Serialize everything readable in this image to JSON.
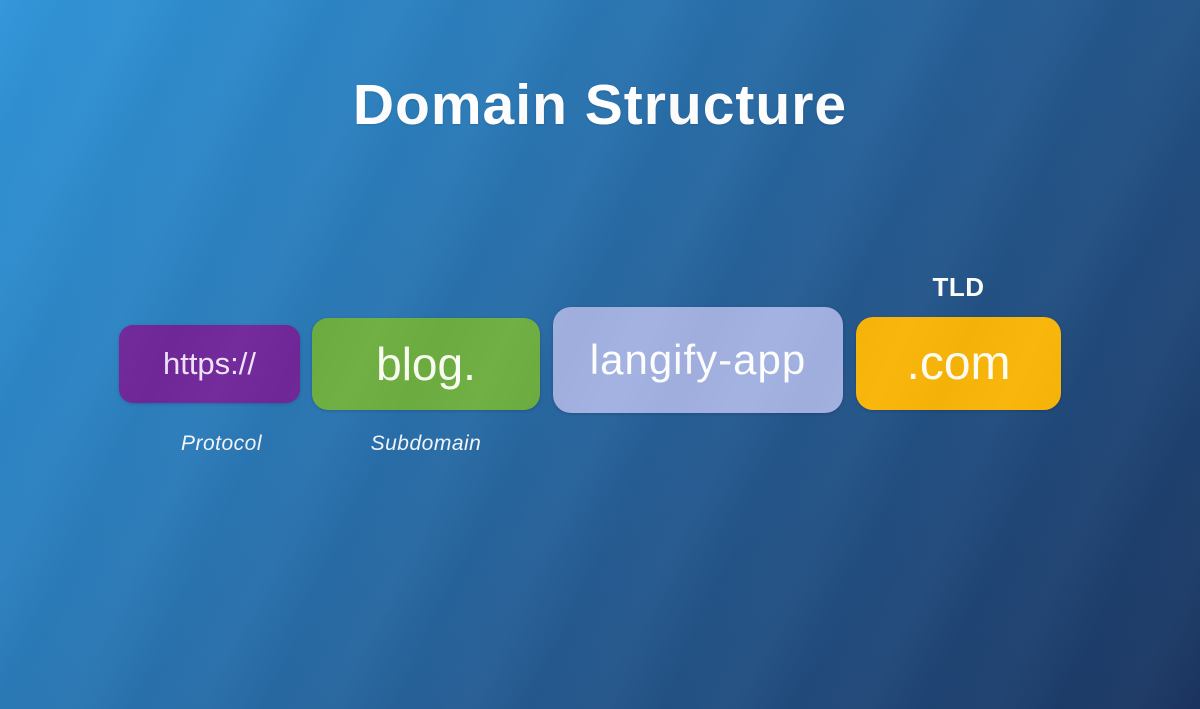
{
  "title": "Domain Structure",
  "colors": {
    "background_top_left": "#3196DA",
    "background_bottom_right": "#1B3560",
    "protocol_box": "#71279A",
    "subdomain_box": "#6DAE40",
    "domain_box": "#A2B1E1",
    "tld_box": "#F9B508",
    "text": "#FFFFFF"
  },
  "segments": [
    {
      "text": "https://",
      "caption": "Protocol",
      "color": "#71279A"
    },
    {
      "text": "blog.",
      "caption": "Subdomain",
      "color": "#6DAE40"
    },
    {
      "text": "langify-app",
      "caption": "",
      "color": "#A2B1E1"
    },
    {
      "text": ".com",
      "caption": "TLD",
      "color": "#F9B508"
    }
  ]
}
